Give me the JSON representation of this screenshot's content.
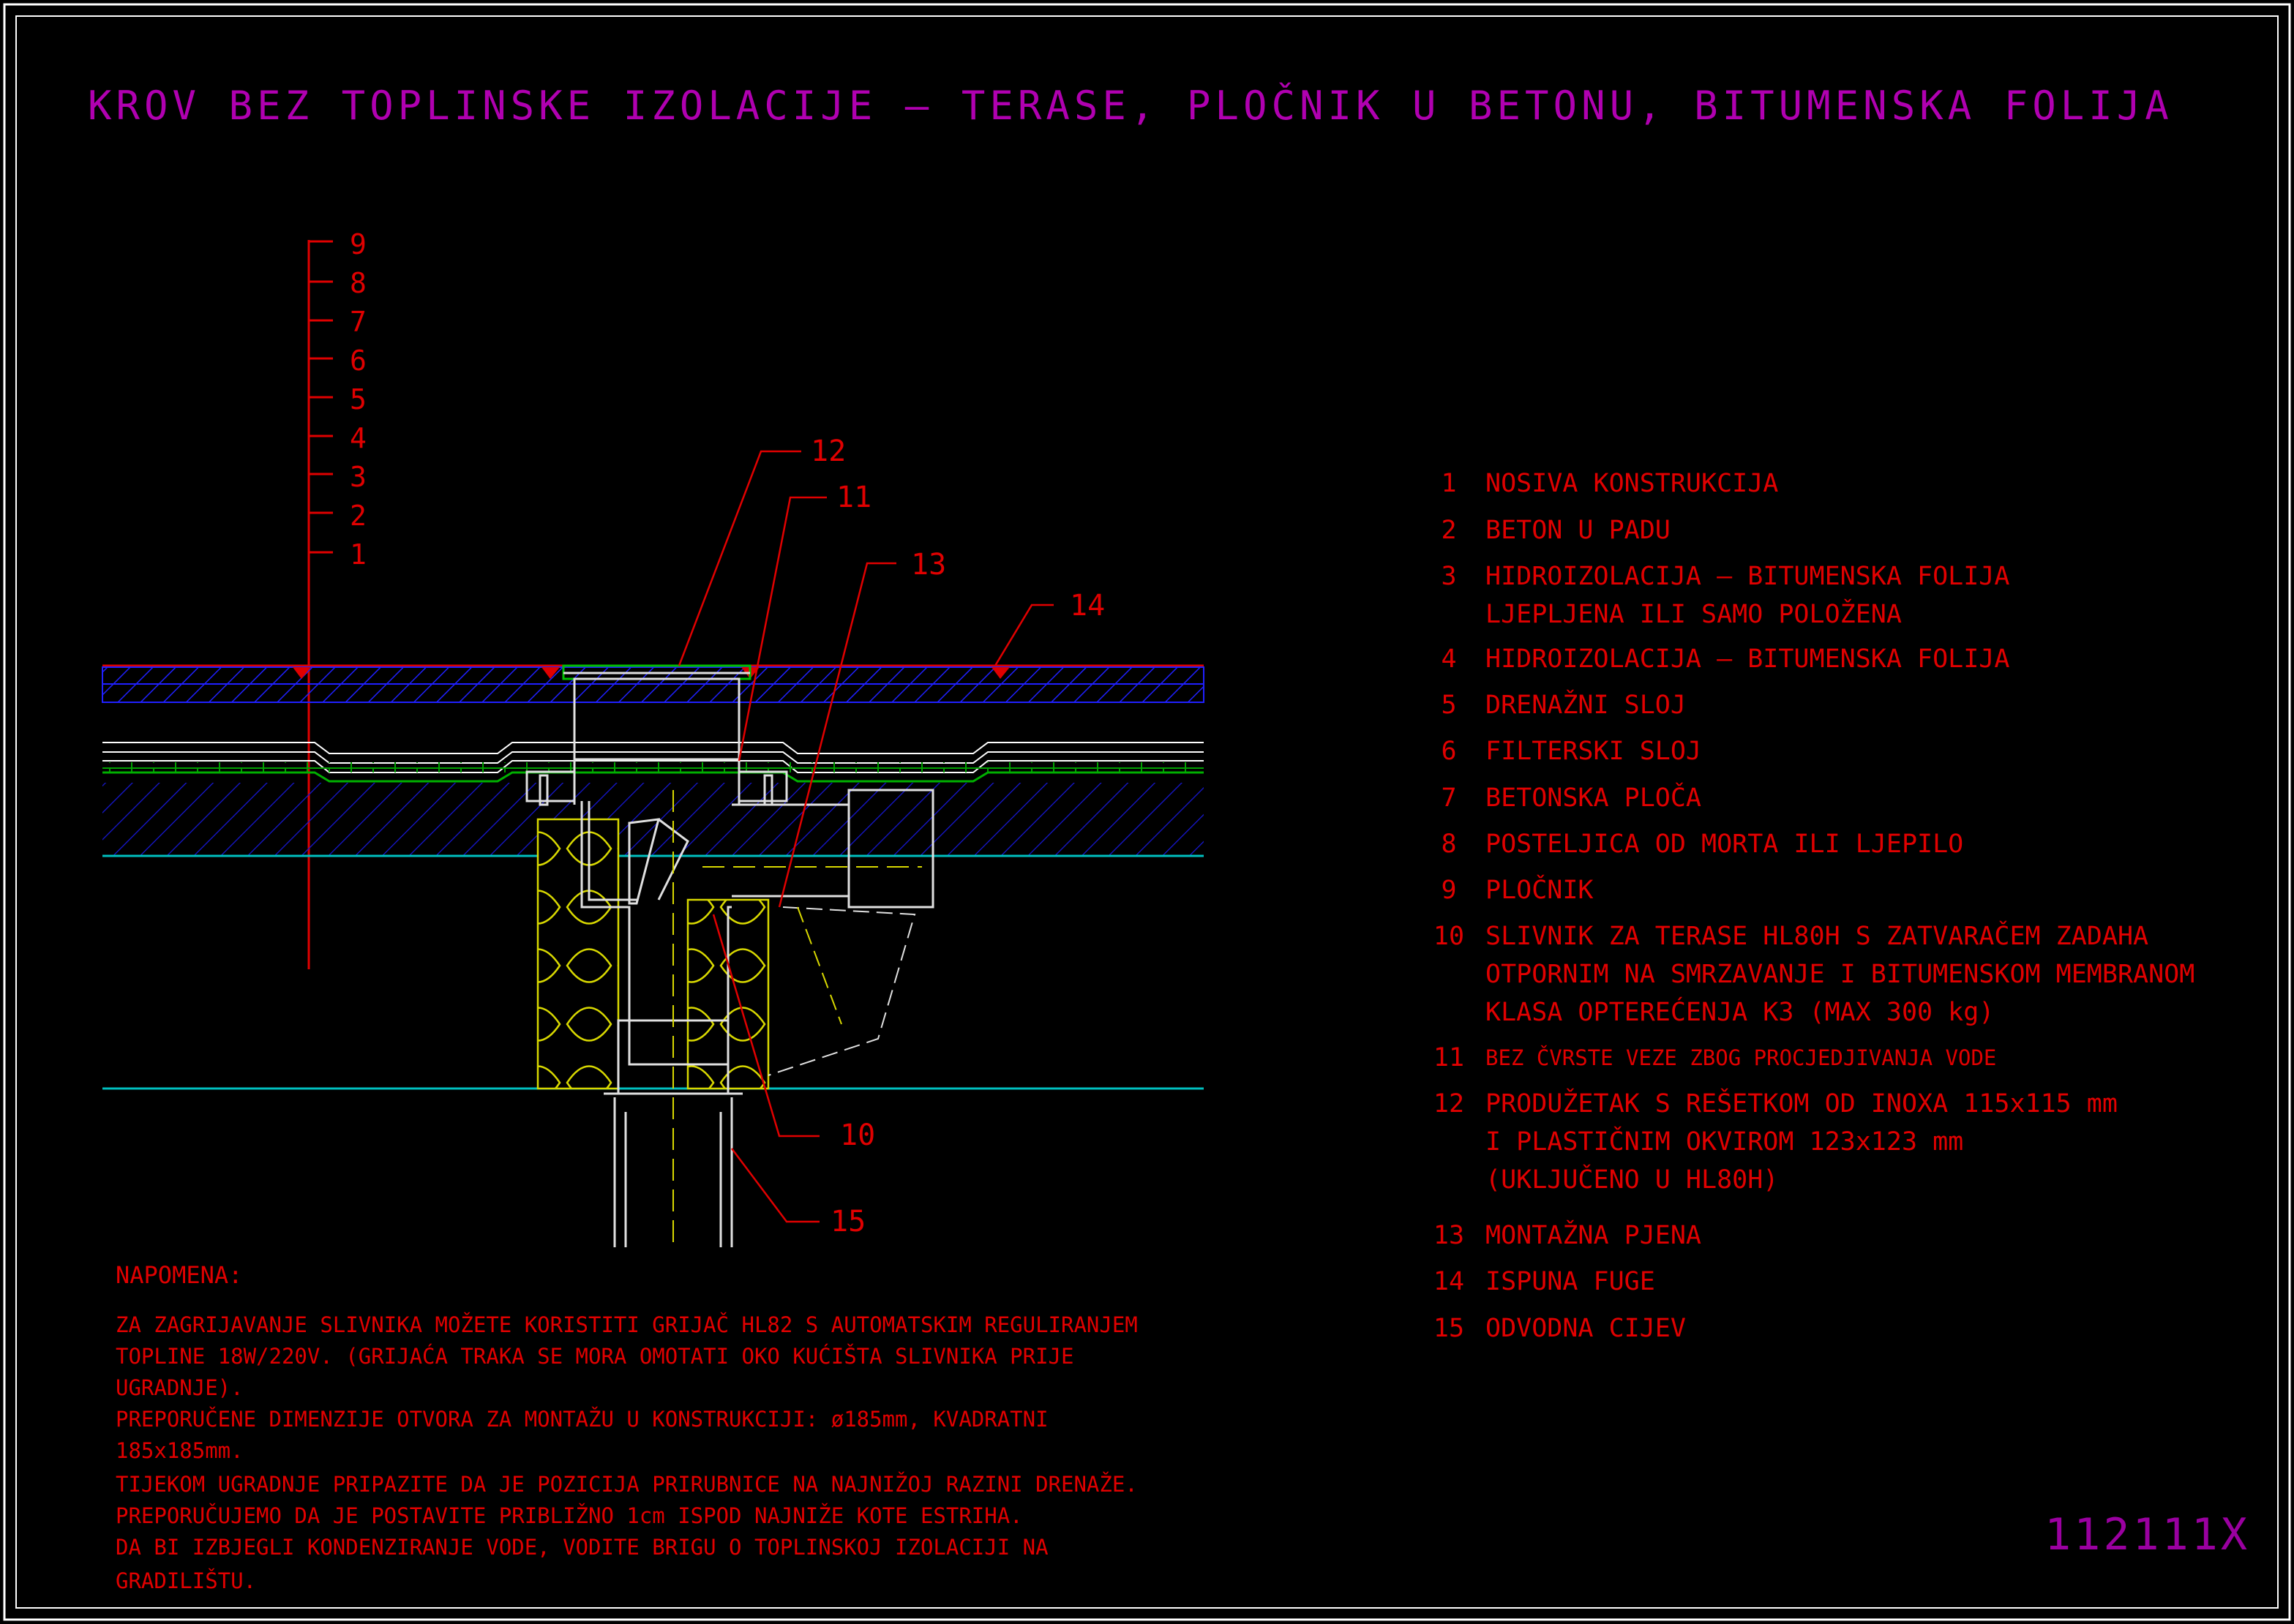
{
  "drawing": {
    "title": "KROV BEZ TOPLINSKE IZOLACIJE – TERASE, PLOČNIK U BETONU, BITUMENSKA FOLIJA",
    "code": "112111X"
  },
  "scale_marks": [
    "1",
    "2",
    "3",
    "4",
    "5",
    "6",
    "7",
    "8",
    "9"
  ],
  "callouts": [
    "10",
    "11",
    "12",
    "13",
    "14",
    "15"
  ],
  "legend": [
    {
      "num": "1",
      "lines": [
        "NOSIVA KONSTRUKCIJA"
      ]
    },
    {
      "num": "2",
      "lines": [
        "BETON U PADU"
      ]
    },
    {
      "num": "3",
      "lines": [
        "HIDROIZOLACIJA – BITUMENSKA FOLIJA",
        "LJEPLJENA ILI SAMO POLOŽENA"
      ]
    },
    {
      "num": "4",
      "lines": [
        "HIDROIZOLACIJA – BITUMENSKA FOLIJA"
      ]
    },
    {
      "num": "5",
      "lines": [
        "DRENAŽNI SLOJ"
      ]
    },
    {
      "num": "6",
      "lines": [
        "FILTERSKI SLOJ"
      ]
    },
    {
      "num": "7",
      "lines": [
        "BETONSKA PLOČA"
      ]
    },
    {
      "num": "8",
      "lines": [
        "POSTELJICA OD MORTA ILI LJEPILO"
      ]
    },
    {
      "num": "9",
      "lines": [
        "PLOČNIK"
      ]
    },
    {
      "num": "10",
      "lines": [
        "SLIVNIK ZA TERASE HL80H S ZATVARAČEM ZADAHA",
        "OTPORNIM NA SMRZAVANJE I BITUMENSKOM MEMBRANOM",
        "KLASA OPTEREĆENJA K3 (MAX 300 kg)"
      ]
    },
    {
      "num": "11",
      "lines": [
        "BEZ ČVRSTE VEZE ZBOG PROCJEDJIVANJA VODE"
      ]
    },
    {
      "num": "12",
      "lines": [
        "PRODUŽETAK S REŠETKOM OD INOXA 115x115 mm",
        "I PLASTIČNIM OKVIROM 123x123 mm",
        "(UKLJUČENO U HL80H)"
      ]
    },
    {
      "num": "13",
      "lines": [
        "MONTAŽNA PJENA"
      ]
    },
    {
      "num": "14",
      "lines": [
        "ISPUNA FUGE"
      ]
    },
    {
      "num": "15",
      "lines": [
        "ODVODNA CIJEV"
      ]
    }
  ],
  "note": {
    "heading": "NAPOMENA:",
    "lines": [
      "ZA ZAGRIJAVANJE SLIVNIKA MOŽETE KORISTITI GRIJAČ HL82 S AUTOMATSKIM REGULIRANJEM",
      "TOPLINE 18W/220V. (GRIJAĆA TRAKA SE MORA OMOTATI OKO KUĆIŠTA SLIVNIKA PRIJE",
      "UGRADNJE).",
      "PREPORUČENE DIMENZIJE OTVORA ZA MONTAŽU U KONSTRUKCIJI: ø185mm, KVADRATNI",
      "185x185mm.",
      "TIJEKOM UGRADNJE PRIPAZITE DA JE POZICIJA PRIRUBNICE NA NAJNIŽOJ RAZINI DRENAŽE.",
      "PREPORUČUJEMO DA JE POSTAVITE PRIBLIŽNO 1cm ISPOD NAJNIŽE KOTE ESTRIHA.",
      "DA BI IZBJEGLI KONDENZIRANJE VODE, VODITE BRIGU O TOPLINSKOJ IZOLACIJI NA",
      "GRADILIŠTU."
    ]
  },
  "colors": {
    "background": "#000000",
    "title": "#b000b0",
    "text": "#e00000",
    "layer_blue": "#2020ff",
    "layer_cyan": "#00c0c0",
    "layer_green": "#00b000",
    "insulation": "#d8d800",
    "drain": "#e0e0e0"
  }
}
